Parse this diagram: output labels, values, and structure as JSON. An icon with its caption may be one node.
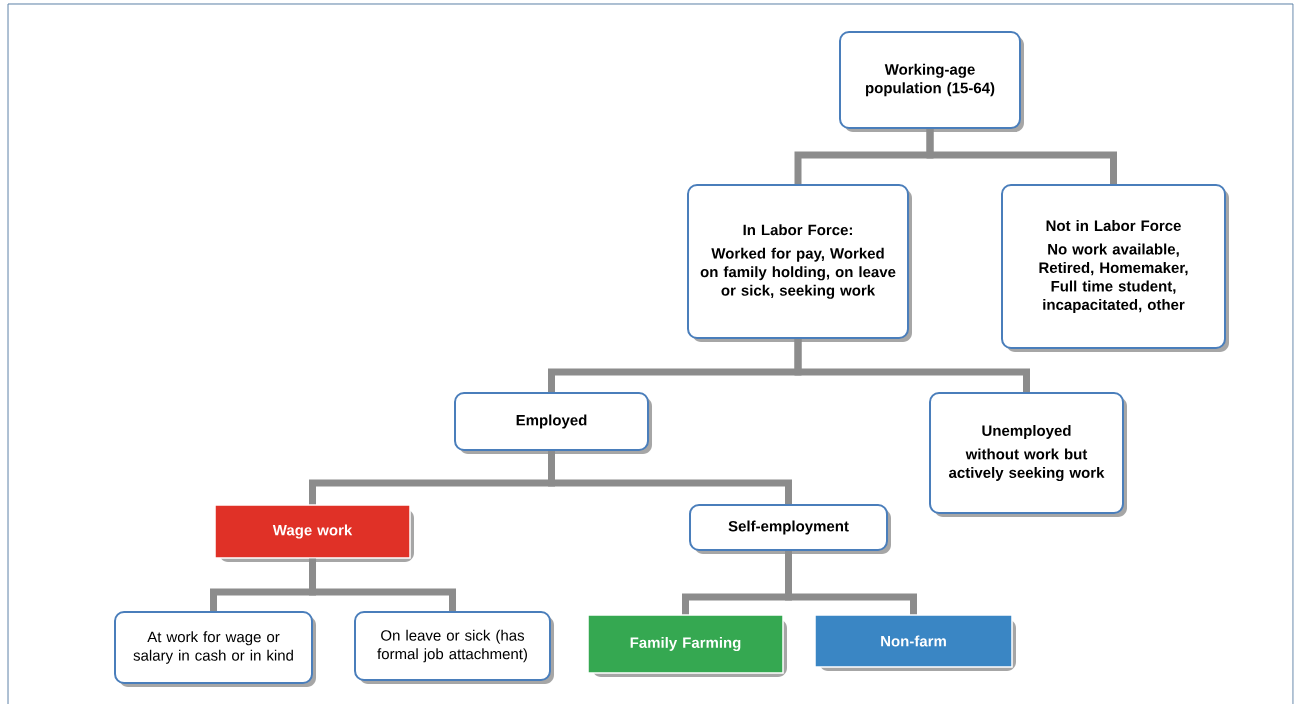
{
  "diagram": {
    "nodes": [
      {
        "text": [
          "Working-age population (15-64)"
        ]
      },
      {
        "text": [
          "In Labor Force:",
          "Worked for pay, Worked on family holding, on leave or sick, seeking work"
        ]
      },
      {
        "text": [
          "Not in Labor Force",
          "No work available, Retired, Homemaker, Full time student, incapacitated, other"
        ]
      },
      {
        "text": [
          "Employed"
        ]
      },
      {
        "text": [
          "Unemployed",
          "without work but actively seeking work"
        ]
      },
      {
        "text": [
          "Wage work"
        ]
      },
      {
        "text": [
          "Self-employment"
        ]
      },
      {
        "text": [
          "At work for wage or salary in cash or in kind"
        ]
      },
      {
        "text": [
          "On leave or sick (has formal job attachment)"
        ]
      },
      {
        "text": [
          "Family Farming"
        ]
      },
      {
        "text": [
          "Non-farm"
        ]
      }
    ],
    "edges": [
      {
        "from": 0,
        "to": 1,
        "arrow": "none"
      },
      {
        "from": 0,
        "to": 2,
        "arrow": "none"
      },
      {
        "from": 1,
        "to": 3,
        "arrow": "none"
      },
      {
        "from": 1,
        "to": 4,
        "arrow": "none"
      },
      {
        "from": 3,
        "to": 5,
        "arrow": "none"
      },
      {
        "from": 3,
        "to": 6,
        "arrow": "none"
      },
      {
        "from": 5,
        "to": 7,
        "arrow": "none"
      },
      {
        "from": 5,
        "to": 8,
        "arrow": "none"
      },
      {
        "from": 6,
        "to": 9,
        "arrow": "none"
      },
      {
        "from": 6,
        "to": 10,
        "arrow": "none"
      }
    ]
  }
}
